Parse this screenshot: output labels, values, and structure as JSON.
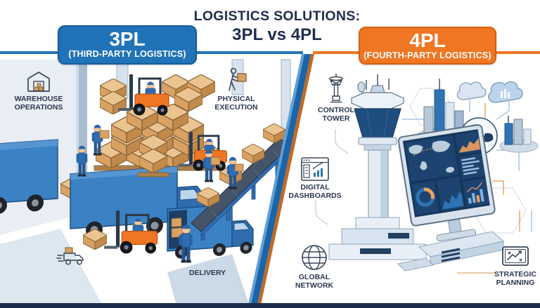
{
  "title": {
    "line1": "LOGISTICS SOLUTIONS:",
    "line2": "3PL vs 4PL"
  },
  "panels": {
    "left": {
      "title": "3PL",
      "subtitle": "(THIRD-PARTY LOGISTICS)",
      "accent_color": "#2173b8",
      "labels": [
        {
          "id": "warehouse-operations",
          "icon": "warehouse-icon",
          "text": "WAREHOUSE OPERATIONS"
        },
        {
          "id": "physical-execution",
          "icon": "worker-carrying-box-icon",
          "text": "PHYSICAL EXECUTION"
        },
        {
          "id": "delivery",
          "icon": "speed-truck-icon",
          "text": "DELIVERY"
        }
      ]
    },
    "right": {
      "title": "4PL",
      "subtitle": "(FOURTH-PARTY LOGISTICS)",
      "accent_color": "#ef7623",
      "labels": [
        {
          "id": "control-tower",
          "icon": "control-tower-icon",
          "text": "CONTROL TOWER"
        },
        {
          "id": "digital-dashboards",
          "icon": "dashboard-window-icon",
          "text": "DIGITAL DASHBOARDS"
        },
        {
          "id": "global-network",
          "icon": "globe-icon",
          "text": "GLOBAL NETWORK"
        },
        {
          "id": "strategic-planning",
          "icon": "strategy-chart-icon",
          "text": "STRATEGIC PLANNING"
        }
      ]
    }
  },
  "colors": {
    "blue": "#2173b8",
    "orange": "#ef7623",
    "navy": "#1f2d4e",
    "cardboard": "#d9a263"
  }
}
